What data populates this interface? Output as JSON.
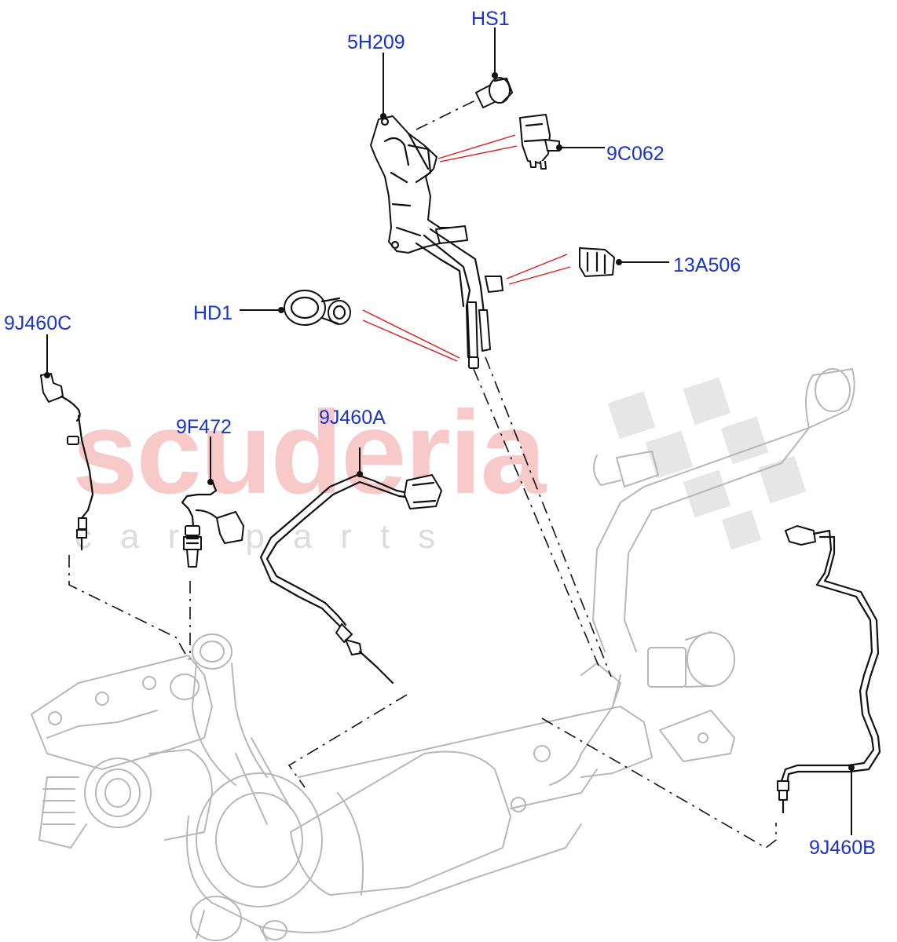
{
  "diagram": {
    "watermark": {
      "main": "scuderia",
      "sub": "car parts"
    },
    "callouts": [
      {
        "id": "hs1",
        "label": "HS1"
      },
      {
        "id": "5h209",
        "label": "5H209"
      },
      {
        "id": "9c062",
        "label": "9C062"
      },
      {
        "id": "13a506",
        "label": "13A506"
      },
      {
        "id": "hd1",
        "label": "HD1"
      },
      {
        "id": "9j460c",
        "label": "9J460C"
      },
      {
        "id": "9f472",
        "label": "9F472"
      },
      {
        "id": "9j460a",
        "label": "9J460A"
      },
      {
        "id": "9j460b",
        "label": "9J460B"
      }
    ],
    "colors": {
      "label": "#1a33cc",
      "leader": "#111111",
      "assembly_ghost": "#b7b7b7",
      "relation_line": "#e01818",
      "watermark": "#f7c9c9"
    }
  }
}
